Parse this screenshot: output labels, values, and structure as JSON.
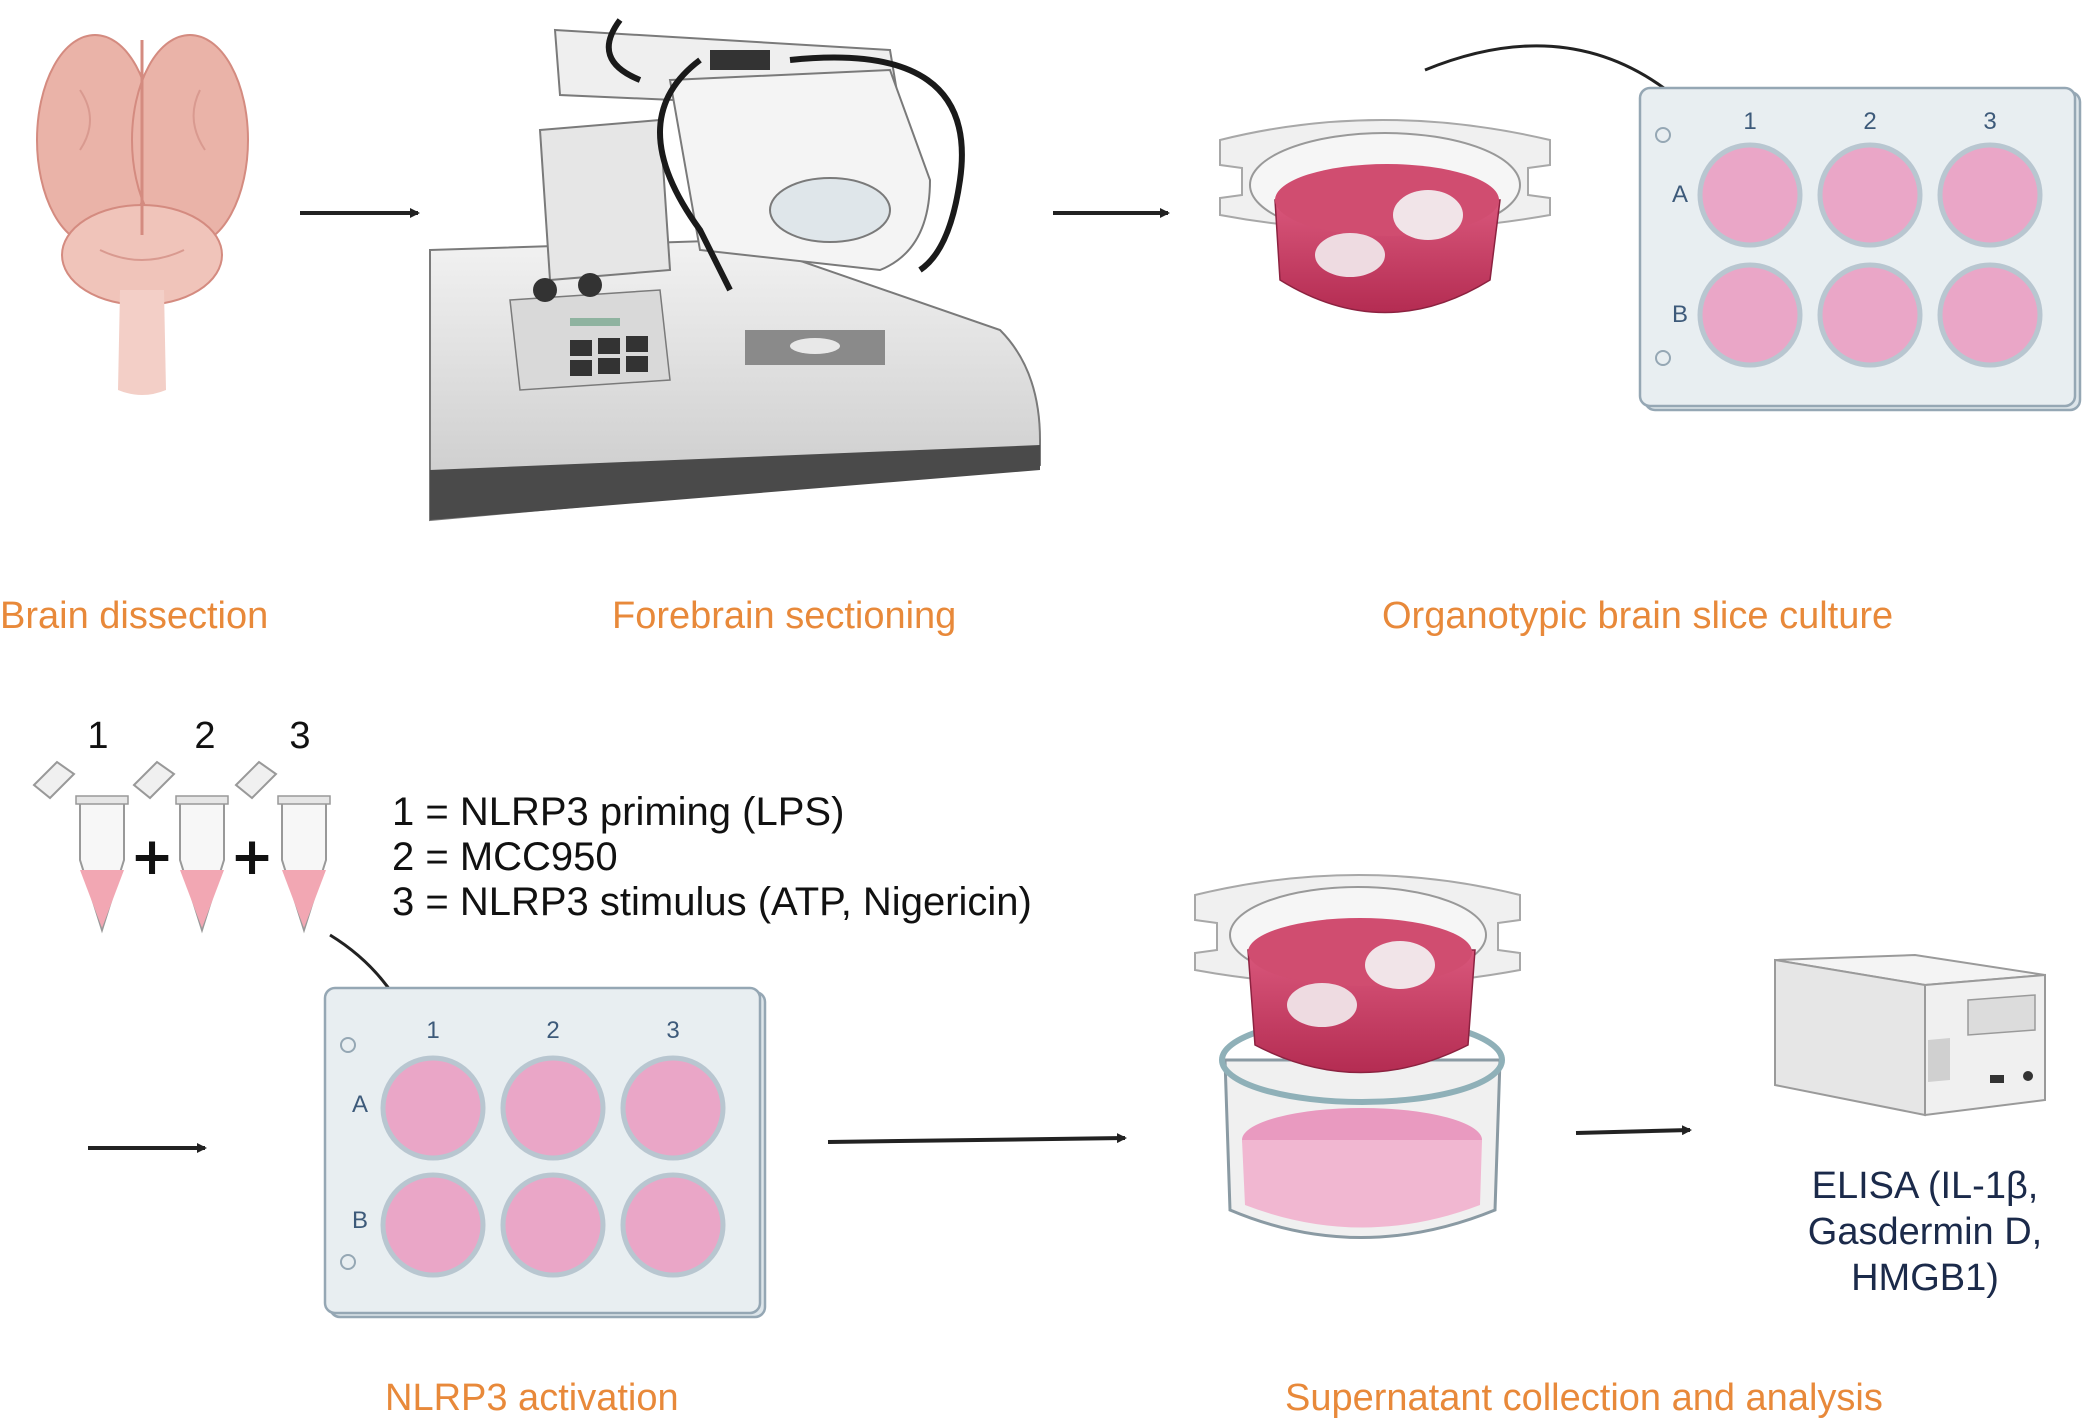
{
  "steps": {
    "brain_dissection": "Brain dissection",
    "forebrain_sectioning": "Forebrain sectioning",
    "slice_culture": "Organotypic brain slice culture",
    "nlrp3_activation": "NLRP3 activation",
    "supernatant": "Supernatant collection and analysis"
  },
  "tubes": {
    "t1": "1",
    "t2": "2",
    "t3": "3",
    "plus": "+"
  },
  "legend": {
    "line1": "1 = NLRP3 priming (LPS)",
    "line2": "2 = MCC950",
    "line3": "3 = NLRP3 stimulus (ATP, Nigericin)"
  },
  "plate": {
    "col1": "1",
    "col2": "2",
    "col3": "3",
    "rowA": "A",
    "rowB": "B"
  },
  "elisa": {
    "line1": "ELISA (IL-1β,",
    "line2": "Gasdermin D,",
    "line3": "HMGB1)"
  },
  "colors": {
    "label_orange": "#e8893a",
    "well_pink": "#eaa6c7",
    "medium_red": "#c9365e",
    "arrow": "#222222"
  },
  "icons": [
    "brain-icon",
    "vibratome-icon",
    "culture-dish-icon",
    "six-well-plate-icon",
    "microtube-icon",
    "elisa-reader-icon"
  ]
}
